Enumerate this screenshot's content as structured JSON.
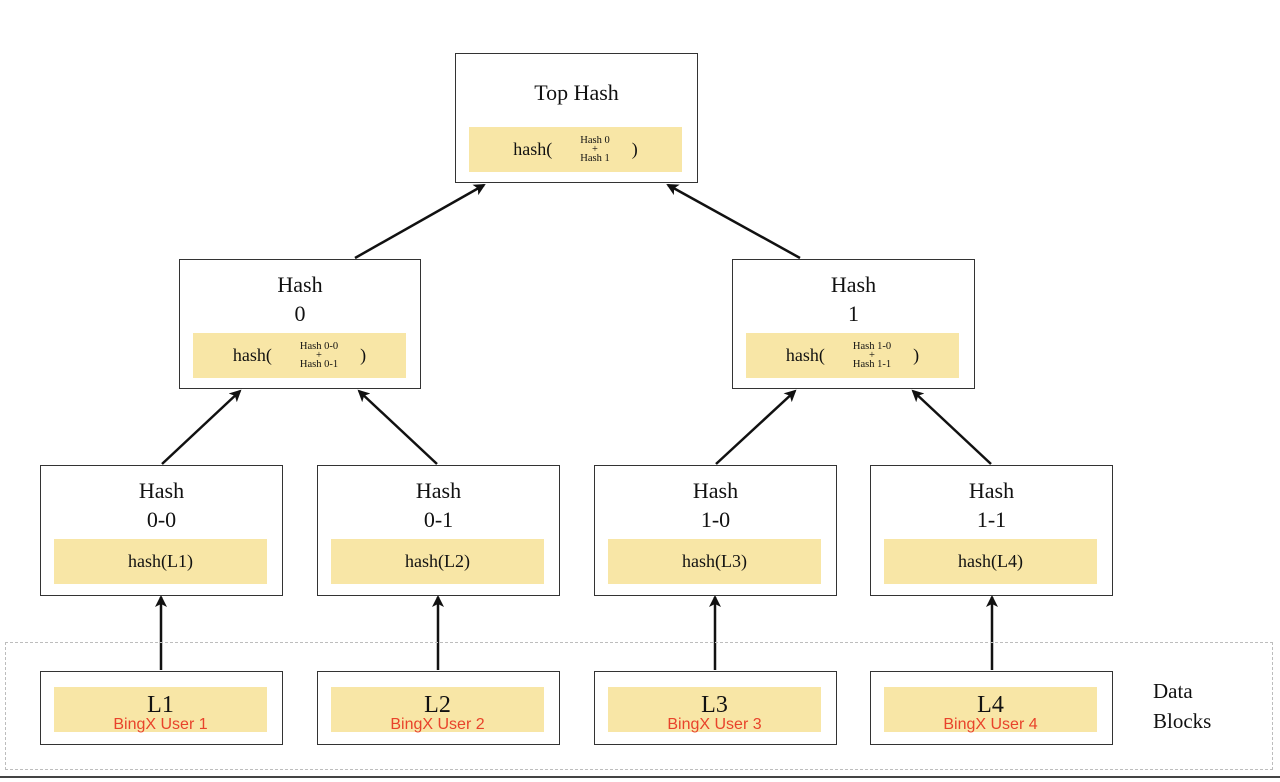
{
  "top": {
    "title": "Top Hash",
    "fn_open": "hash(",
    "fn_close": ")",
    "inputs": [
      "Hash 0",
      "+",
      "Hash 1"
    ]
  },
  "mid": [
    {
      "title_line1": "Hash",
      "title_line2": "0",
      "fn_open": "hash(",
      "fn_close": ")",
      "inputs": [
        "Hash 0-0",
        "+",
        "Hash 0-1"
      ]
    },
    {
      "title_line1": "Hash",
      "title_line2": "1",
      "fn_open": "hash(",
      "fn_close": ")",
      "inputs": [
        "Hash 1-0",
        "+",
        "Hash 1-1"
      ]
    }
  ],
  "leaf_hashes": [
    {
      "title_line1": "Hash",
      "title_line2": "0-0",
      "fn": "hash(L1)"
    },
    {
      "title_line1": "Hash",
      "title_line2": "0-1",
      "fn": "hash(L2)"
    },
    {
      "title_line1": "Hash",
      "title_line2": "1-0",
      "fn": "hash(L3)"
    },
    {
      "title_line1": "Hash",
      "title_line2": "1-1",
      "fn": "hash(L4)"
    }
  ],
  "data_blocks": [
    {
      "label": "L1",
      "user": "BingX User 1"
    },
    {
      "label": "L2",
      "user": "BingX User 2"
    },
    {
      "label": "L3",
      "user": "BingX User 3"
    },
    {
      "label": "L4",
      "user": "BingX User 4"
    }
  ],
  "data_caption": {
    "line1": "Data",
    "line2": "Blocks"
  },
  "colors": {
    "fill": "#f8e6a6",
    "user_text": "#e8432b",
    "border": "#333333"
  }
}
